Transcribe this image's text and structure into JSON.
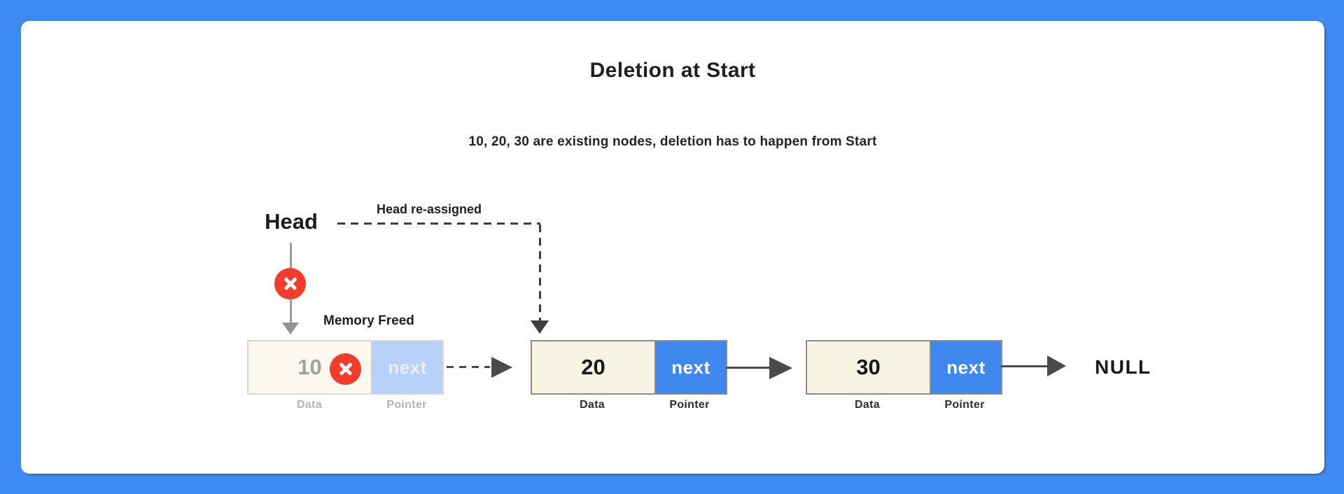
{
  "title": "Deletion at Start",
  "subtitle": "10, 20, 30 are existing nodes, deletion has to happen from Start",
  "labels": {
    "head": "Head",
    "head_reassigned": "Head re-assigned",
    "memory_freed": "Memory Freed",
    "null_terminator": "NULL"
  },
  "icons": {
    "delete_x": "x-cross-in-red-circle",
    "arrowhead": "solid-triangle"
  },
  "nodes": [
    {
      "value": "10",
      "pointer": "next",
      "data_label": "Data",
      "pointer_label": "Pointer",
      "status": "deleted-memory-freed"
    },
    {
      "value": "20",
      "pointer": "next",
      "data_label": "Data",
      "pointer_label": "Pointer",
      "status": "active-new-head"
    },
    {
      "value": "30",
      "pointer": "next",
      "data_label": "Data",
      "pointer_label": "Pointer",
      "status": "active"
    }
  ],
  "colors": {
    "frame_blue": "#3d8af3",
    "card_white": "#ffffff",
    "data_cell_cream": "#f6f4e3",
    "pointer_cell_blue": "#3e87ee",
    "delete_red": "#f23d2d",
    "arrow_dark": "#4a4a4a",
    "arrow_gray": "#9a9a9a",
    "faded_text_gray": "#b3b3b3",
    "text_dark": "#1f1f1f"
  }
}
